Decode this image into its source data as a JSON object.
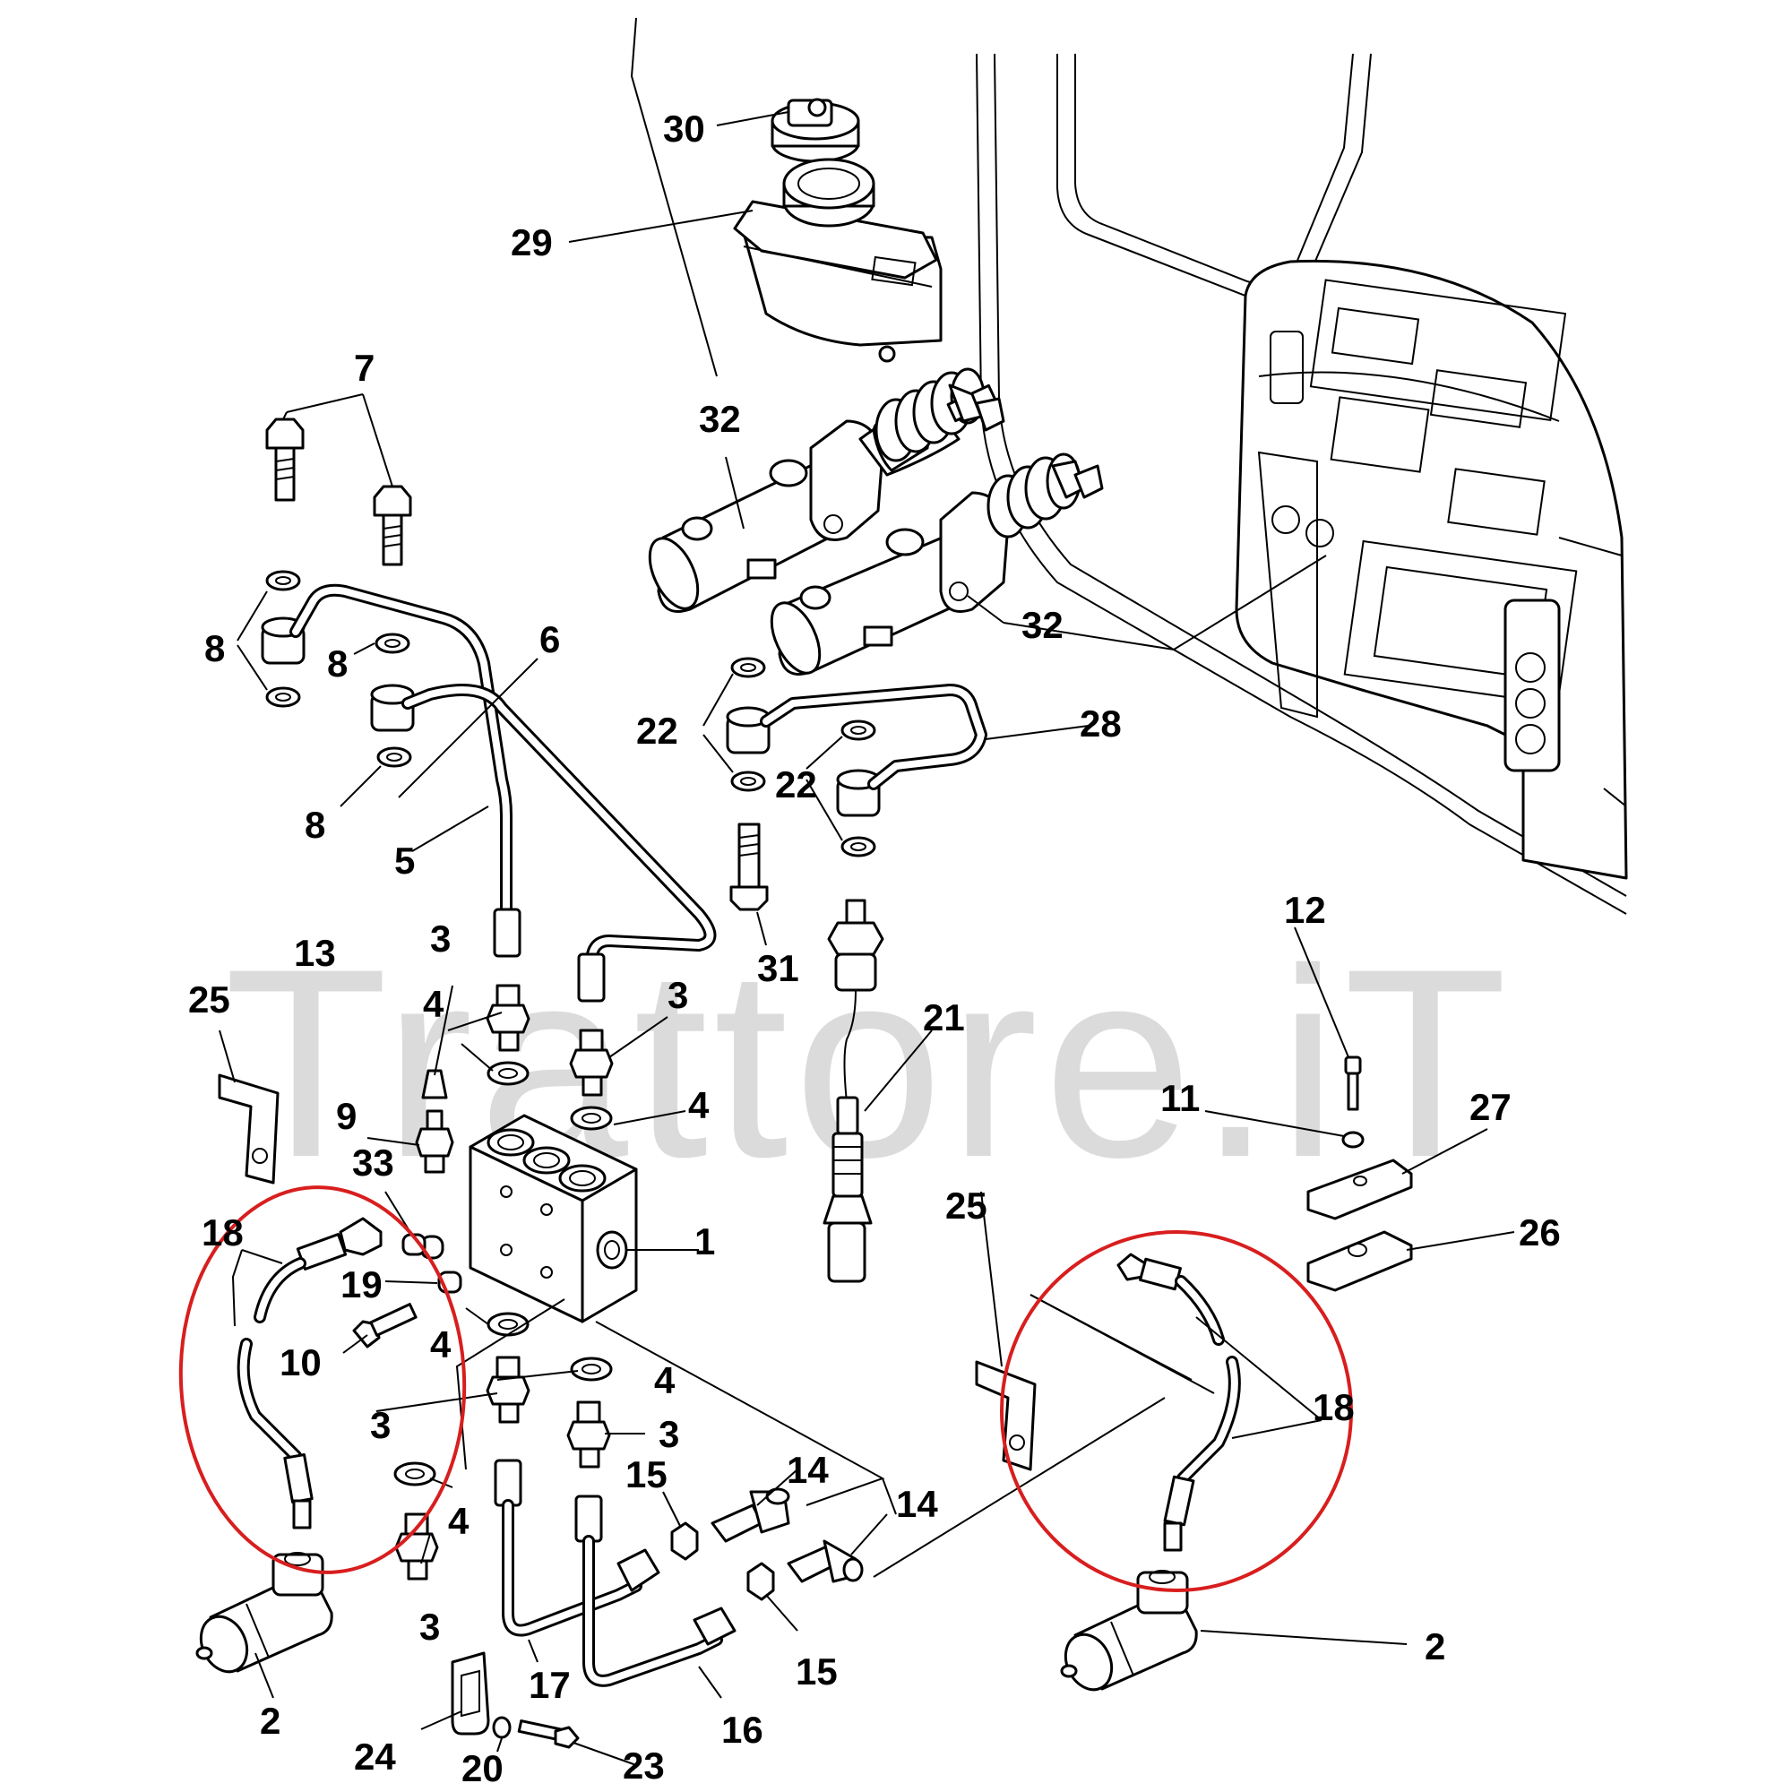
{
  "watermark": "Trattore.iT",
  "accent_color": "#d81e1e",
  "callouts": {
    "c30": "30",
    "c29": "29",
    "c7": "7",
    "c32a": "32",
    "c32b": "32",
    "c8a": "8",
    "c8b": "8",
    "c8c": "8",
    "c6": "6",
    "c5": "5",
    "c22a": "22",
    "c22b": "22",
    "c28": "28",
    "c31": "31",
    "c21": "21",
    "c13": "13",
    "c3a": "3",
    "c3b": "3",
    "c3c": "3",
    "c3d": "3",
    "c3e": "3",
    "c4a": "4",
    "c4b": "4",
    "c4c": "4",
    "c4d": "4",
    "c4e": "4",
    "c25a": "25",
    "c25b": "25",
    "c9": "9",
    "c33": "33",
    "c1": "1",
    "c18a": "18",
    "c18b": "18",
    "c19": "19",
    "c10": "10",
    "c12": "12",
    "c11": "11",
    "c27": "27",
    "c26": "26",
    "c14a": "14",
    "c14b": "14",
    "c15a": "15",
    "c15b": "15",
    "c2a": "2",
    "c2b": "2",
    "c17": "17",
    "c16": "16",
    "c24": "24",
    "c20": "20",
    "c23": "23"
  }
}
